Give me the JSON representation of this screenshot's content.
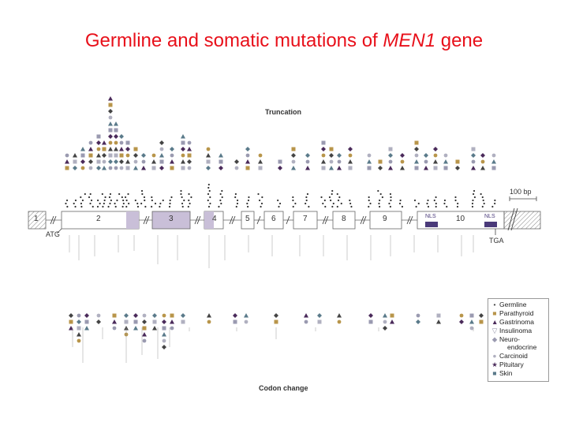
{
  "title": {
    "prefix": "Germline and somatic mutations of ",
    "gene": "MEN1",
    "suffix": " gene"
  },
  "labels": {
    "truncation": "Truncation",
    "codon_change": "Codon change",
    "scale": "100 bp",
    "atg": "ATG",
    "tga": "TGA",
    "nls1": "NLS",
    "nls2": "NLS"
  },
  "exons": [
    "1",
    "2",
    "3",
    "4",
    "5",
    "6",
    "7",
    "8",
    "9",
    "10"
  ],
  "legend": [
    {
      "label": "Germline",
      "symbol": "•",
      "color": "#444444"
    },
    {
      "label": "Parathyroid",
      "symbol": "■",
      "color": "#b8954a"
    },
    {
      "label": "Gastrinoma",
      "symbol": "▲",
      "color": "#4a2a5a"
    },
    {
      "label": "Insulinoma",
      "symbol": "▽",
      "color": "#8a8aa0"
    },
    {
      "label": "Neuro-",
      "symbol": "◆",
      "color": "#9a9ab0"
    },
    {
      "label": "endocrine",
      "symbol": "",
      "color": "#9a9ab0"
    },
    {
      "label": "Carcinoid",
      "symbol": "●",
      "color": "#b0b0c0"
    },
    {
      "label": "Pituitary",
      "symbol": "★",
      "color": "#4a2a5a"
    },
    {
      "label": "Skin",
      "symbol": "■",
      "color": "#5a7a8a"
    }
  ],
  "colors": {
    "title": "#e8101a",
    "exon_shaded": "#c9bfd8",
    "nls": "#4a3a7a",
    "hatch": "#888888"
  }
}
